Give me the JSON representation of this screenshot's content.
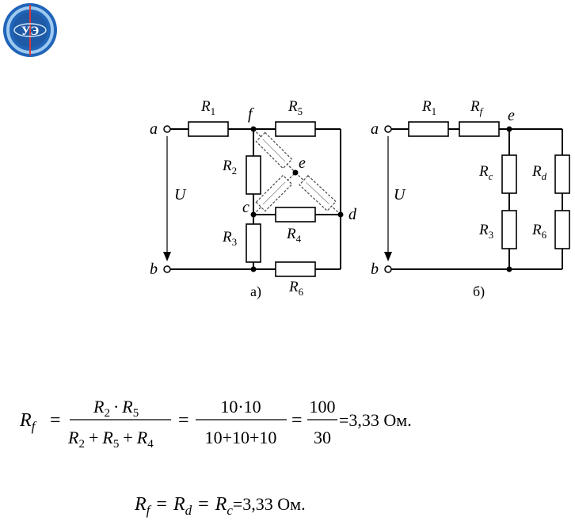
{
  "logo": {
    "letters": "УЭ",
    "accent": "#1f64b8",
    "ring": "#9ec9f0",
    "stripe": "#d93a3a"
  },
  "circuit_a": {
    "node_a": "a",
    "node_b": "b",
    "node_c": "c",
    "node_d": "d",
    "node_e": "e",
    "node_f": "f",
    "voltage": "U",
    "r1": {
      "base": "R",
      "sub": "1"
    },
    "r2": {
      "base": "R",
      "sub": "2"
    },
    "r3": {
      "base": "R",
      "sub": "3"
    },
    "r4": {
      "base": "R",
      "sub": "4"
    },
    "r5": {
      "base": "R",
      "sub": "5"
    },
    "r6": {
      "base": "R",
      "sub": "6"
    },
    "caption": "а)"
  },
  "circuit_b": {
    "node_a": "a",
    "node_b": "b",
    "node_e": "e",
    "voltage": "U",
    "r1": {
      "base": "R",
      "sub": "1"
    },
    "rf": {
      "base": "R",
      "sub": "f"
    },
    "rc": {
      "base": "R",
      "sub": "c"
    },
    "rd": {
      "base": "R",
      "sub": "d"
    },
    "r3": {
      "base": "R",
      "sub": "3"
    },
    "r6": {
      "base": "R",
      "sub": "6"
    },
    "caption": "б)"
  },
  "formula1": {
    "lhs_base": "R",
    "lhs_sub": "f",
    "eq": "=",
    "num1_a": "R",
    "num1_a_sub": "2",
    "dot": "·",
    "num1_b": "R",
    "num1_b_sub": "5",
    "den1_a": "R",
    "den1_a_sub": "2",
    "plus": "+",
    "den1_b": "R",
    "den1_b_sub": "5",
    "den1_c": "R",
    "den1_c_sub": "4",
    "num2": "10·10",
    "den2": "10+10+10",
    "num3": "100",
    "den3": "30",
    "result": "=3,33 Ом."
  },
  "formula2": {
    "r1": "R",
    "r1_sub": "f",
    "eq": "=",
    "r2": "R",
    "r2_sub": "d",
    "r3": "R",
    "r3_sub": "c",
    "result": "=3,33 Ом."
  }
}
